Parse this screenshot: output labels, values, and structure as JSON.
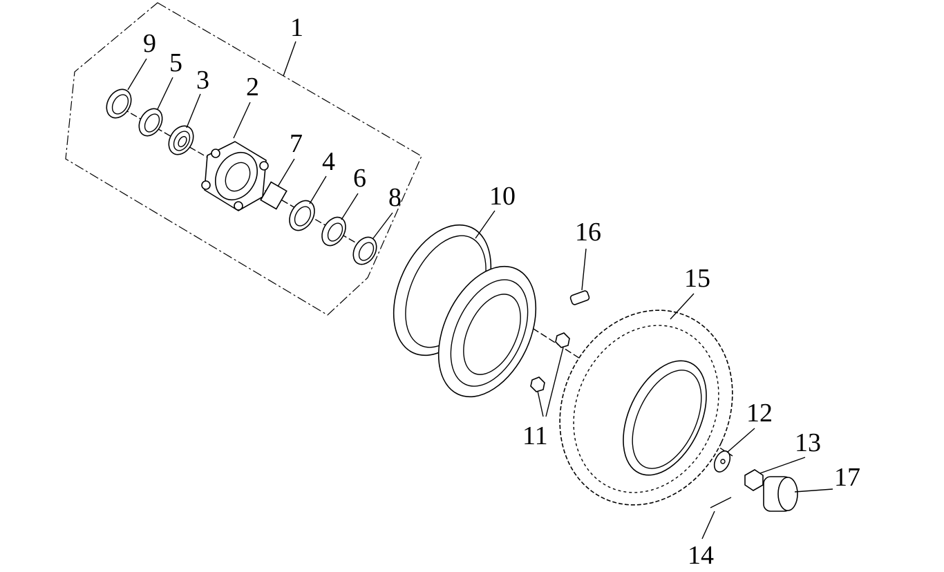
{
  "diagram": {
    "type": "exploded-parts-view",
    "part_labels": [
      "1",
      "2",
      "3",
      "4",
      "5",
      "6",
      "7",
      "8",
      "9",
      "10",
      "11",
      "12",
      "13",
      "14",
      "15",
      "16",
      "17"
    ]
  }
}
